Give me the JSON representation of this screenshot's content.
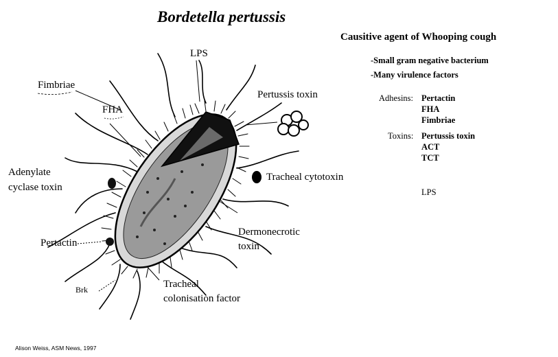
{
  "title": "Bordetella pertussis",
  "diagram_labels": {
    "lps": "LPS",
    "fimbriae": "Fimbriae",
    "fha": "FHA",
    "pertussis_toxin": "Pertussis toxin",
    "adenylate_line1": "Adenylate",
    "adenylate_line2": "cyclase toxin",
    "tracheal_cytotoxin": "Tracheal cytotoxin",
    "dermonecrotic_line1": "Dermonecrotic",
    "dermonecrotic_line2": "toxin",
    "pertactin": "Pertactin",
    "brk": "Brk",
    "tcf_line1": "Tracheal",
    "tcf_line2": "colonisation factor"
  },
  "panel": {
    "heading": "Causitive agent of Whooping cough",
    "bullets": [
      "-Small gram negative bacterium",
      "-Many virulence factors"
    ],
    "groups": [
      {
        "key": "Adhesins:",
        "items": [
          "Pertactin",
          "FHA",
          "Fimbriae"
        ]
      },
      {
        "key": "Toxins:",
        "items": [
          "Pertussis toxin",
          "ACT",
          "TCT"
        ]
      },
      {
        "key": "",
        "items": [
          "LPS"
        ]
      }
    ]
  },
  "credit": "Alison Weiss, ASM News, 1997",
  "colors": {
    "ink": "#000000",
    "background": "#ffffff"
  }
}
